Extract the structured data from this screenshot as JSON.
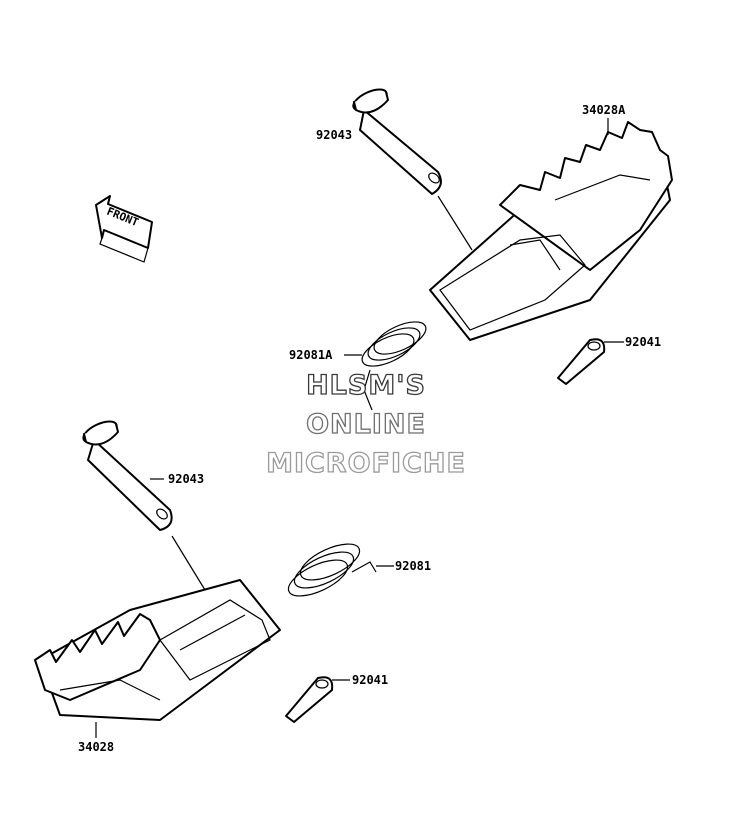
{
  "diagram": {
    "front_arrow_label": "FRONT",
    "callouts": {
      "pin_upper": "92043",
      "footpeg_upper": "34028A",
      "spring_upper": "92081A",
      "cotter_upper": "92041",
      "pin_lower": "92043",
      "spring_lower": "92081",
      "cotter_lower": "92041",
      "footpeg_lower": "34028"
    },
    "watermark": {
      "line1": "HLSM'S",
      "line2": "ONLINE",
      "line3": "MICROFICHE",
      "colors": [
        "#3a3a3a",
        "#6f6f6f",
        "#9a9a9a"
      ]
    }
  }
}
